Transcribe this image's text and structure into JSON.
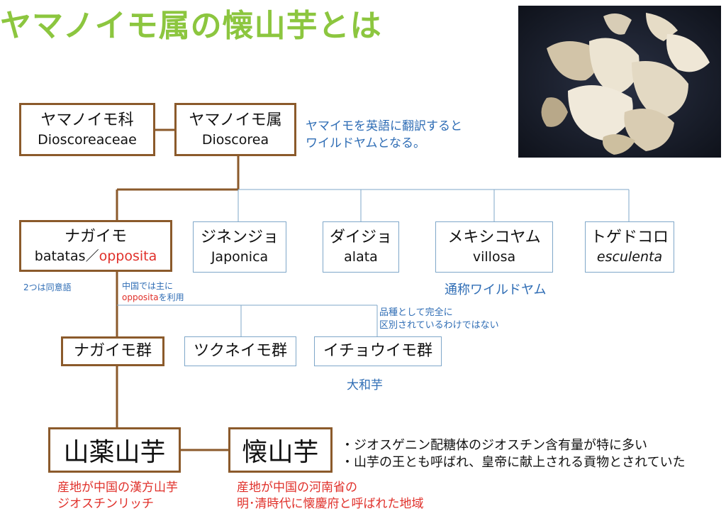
{
  "title": "ヤマノイモ属の懐山芋とは",
  "photo_icon": "dried-yam-slices-photo",
  "nodes": {
    "family": {
      "ja": "ヤマノイモ科",
      "la": "Dioscoreaceae"
    },
    "genus": {
      "ja": "ヤマノイモ属",
      "la": "Dioscorea"
    },
    "nagaimo": {
      "ja": "ナガイモ",
      "la1": "batatas",
      "sep": "／",
      "la2": "opposita"
    },
    "jinenjo": {
      "ja": "ジネンジョ",
      "la": "Japonica"
    },
    "daijo": {
      "ja": "ダイジョ",
      "la": "alata"
    },
    "mexico": {
      "ja": "メキシコヤム",
      "la": "villosa"
    },
    "togedokoro": {
      "ja": "トゲドコロ",
      "la": "esculenta"
    },
    "nagaimo_group": {
      "ja": "ナガイモ群"
    },
    "tsukune_group": {
      "ja": "ツクネイモ群"
    },
    "ichou_group": {
      "ja": "イチョウイモ群"
    },
    "sanyaku": {
      "ja": "山薬山芋"
    },
    "kaisan": {
      "ja": "懐山芋"
    }
  },
  "notes": {
    "translation_1": "ヤマイモを英語に翻訳すると",
    "translation_2": "ワイルドヤムとなる。",
    "synonym": "2つは同意語",
    "china_use_1": "中国では主に",
    "china_use_2_red": "opposita",
    "china_use_2_rest": "を利用",
    "common_name": "通称ワイルドヤム",
    "variety_1": "品種として完全に",
    "variety_2": "区別されているわけではない",
    "yamato": "大和芋",
    "feature_1": "・ジオスゲニン配糖体のジオスチン含有量が特に多い",
    "feature_2": "・山芋の王とも呼ばれ、皇帝に献上される貢物とされていた",
    "sanyaku_origin_1": "産地が中国の漢方山芋",
    "sanyaku_origin_2": "ジオスチンリッチ",
    "kaisan_origin_1": "産地が中国の河南省の",
    "kaisan_origin_2": "明･清時代に懐慶府と呼ばれた地域"
  },
  "colors": {
    "title": "#8cc63f",
    "bold_border": "#8b5a2b",
    "thin_border": "#7fa7c9",
    "blue_text": "#2f6db5",
    "red_text": "#e0302a"
  }
}
